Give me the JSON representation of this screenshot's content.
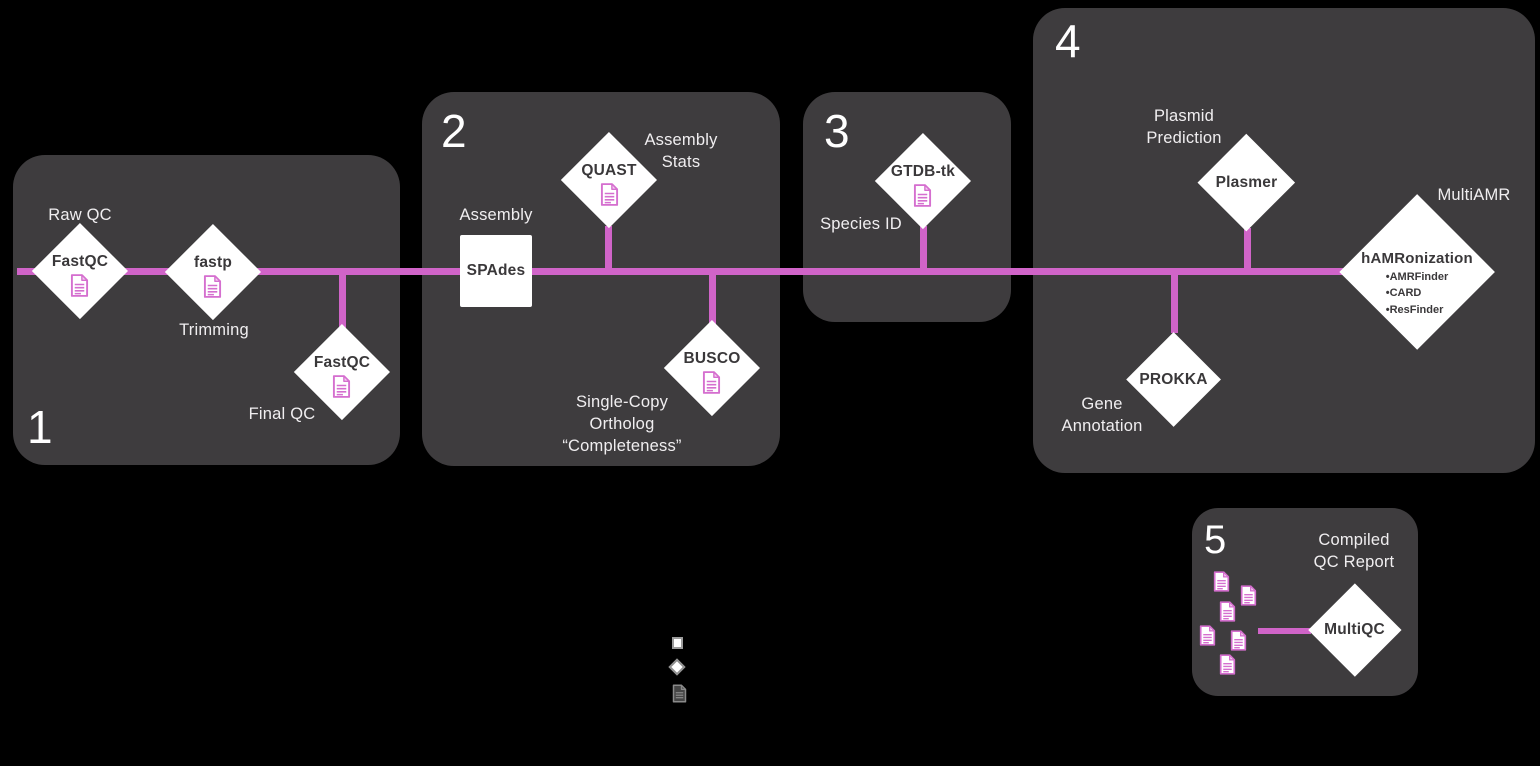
{
  "colors": {
    "background": "#000000",
    "panel": "#3e3c3e",
    "pipeline_pink": "#d064c8",
    "document_icon_pink": "#d56fcf",
    "node_fill": "#ffffff",
    "node_text": "#3a383a",
    "label_text": "#f0eef0",
    "legend_gray": "#8f8f8f"
  },
  "stages": [
    {
      "number": "1",
      "labels": {
        "raw_qc": "Raw QC",
        "trimming": "Trimming",
        "final_qc": "Final QC"
      },
      "tools": {
        "fastqc_raw": "FastQC",
        "fastp": "fastp",
        "fastqc_final": "FastQC"
      }
    },
    {
      "number": "2",
      "labels": {
        "assembly": "Assembly",
        "assembly_stats": "Assembly\nStats",
        "single_copy": "Single-Copy\nOrtholog\n“Completeness”"
      },
      "tools": {
        "spades": "SPAdes",
        "quast": "QUAST",
        "busco": "BUSCO"
      }
    },
    {
      "number": "3",
      "labels": {
        "species_id": "Species ID"
      },
      "tools": {
        "gtdbtk": "GTDB-tk"
      }
    },
    {
      "number": "4",
      "labels": {
        "plasmid_prediction": "Plasmid\nPrediction",
        "multiamr": "MultiAMR",
        "gene_annotation": "Gene\nAnnotation"
      },
      "tools": {
        "plasmer": "Plasmer",
        "hamronization": "hAMRonization",
        "prokka": "PROKKA"
      },
      "hamronization_components": [
        "AMRFinder",
        "CARD",
        "ResFinder"
      ]
    },
    {
      "number": "5",
      "labels": {
        "compiled_qc_report": "Compiled\nQC Report"
      },
      "tools": {
        "multiqc": "MultiQC"
      }
    }
  ],
  "legend": {
    "icons": [
      "process-square",
      "tool-diamond",
      "report-document"
    ]
  }
}
